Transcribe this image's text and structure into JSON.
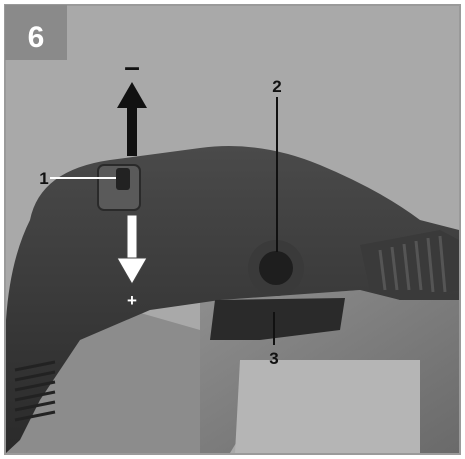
{
  "figure": {
    "number": "6",
    "callouts": [
      {
        "label": "1",
        "meaning": "speed-adjust-wheel"
      },
      {
        "label": "2",
        "meaning": "lock-on-button"
      },
      {
        "label": "3",
        "meaning": "trigger-switch"
      }
    ],
    "arrow_up_sign": "–",
    "arrow_down_sign": "+",
    "colors": {
      "badge": "#8a8a8a",
      "frame": "#9a9a9a",
      "arrow": "#ffffff",
      "background": "#a9a9a9"
    }
  }
}
